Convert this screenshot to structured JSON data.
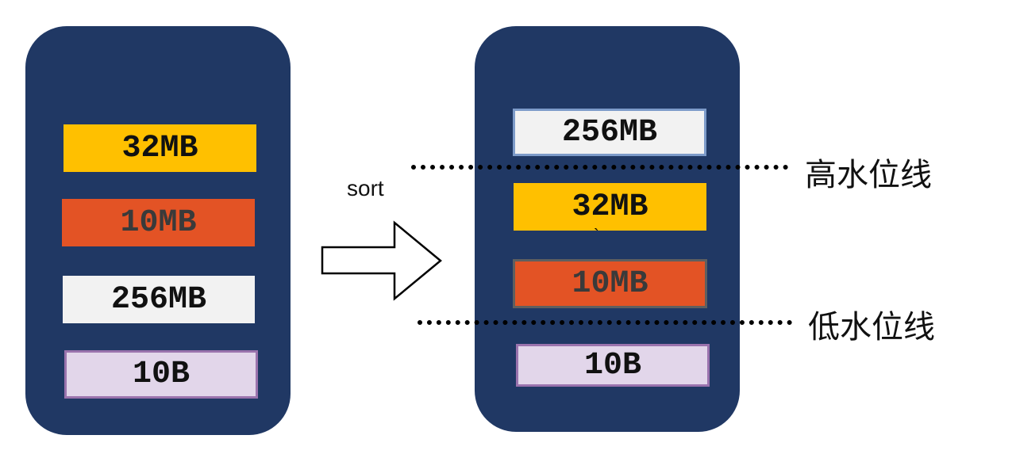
{
  "before": {
    "blocks": [
      "32MB",
      "10MB",
      "256MB",
      "10B"
    ]
  },
  "after": {
    "blocks": [
      "256MB",
      "32MB",
      "10MB",
      "10B"
    ],
    "stray_mark": "`"
  },
  "arrow_label": "sort",
  "high_watermark_label": "高水位线",
  "low_watermark_label": "低水位线"
}
